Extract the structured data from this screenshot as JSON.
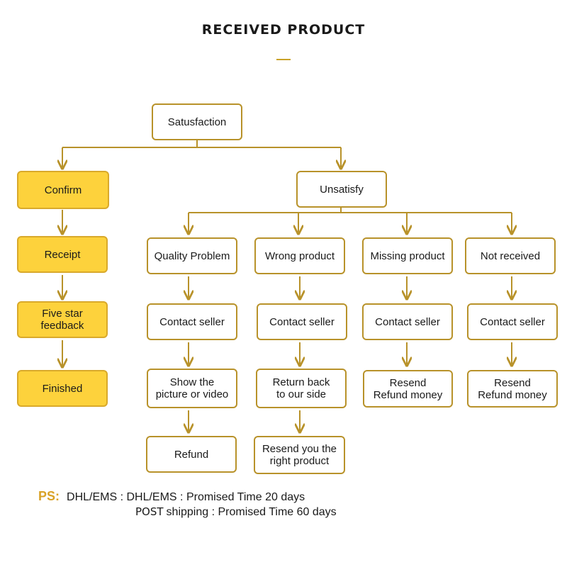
{
  "title": "RECEIVED PRODUCT",
  "colors": {
    "accent": "#b8922a",
    "highlight": "#fdd23c",
    "ps_label": "#d9a227"
  },
  "nodes": {
    "satisfaction": "Satusfaction",
    "unsatisfy": "Unsatisfy",
    "confirm": "Confirm",
    "receipt": "Receipt",
    "five_star": "Five star\nfeedback",
    "finished": "Finished",
    "quality_problem": "Quality Problem",
    "wrong_product": "Wrong product",
    "missing_product": "Missing product",
    "not_received": "Not received",
    "contact_seller_1": "Contact seller",
    "contact_seller_2": "Contact seller",
    "contact_seller_3": "Contact seller",
    "contact_seller_4": "Contact seller",
    "show_picture": "Show the\npicture or video",
    "return_back": "Return back\nto our side",
    "resend_refund_1": "Resend\nRefund money",
    "resend_refund_2": "Resend\nRefund money",
    "refund": "Refund",
    "resend_right": "Resend you the\nright product"
  },
  "ps": {
    "label": "PS:",
    "line1": "DHL/EMS : DHL/EMS : Promised Time 20 days",
    "post_label": "POST",
    "line2": "shipping  : Promised Time 60 days"
  }
}
